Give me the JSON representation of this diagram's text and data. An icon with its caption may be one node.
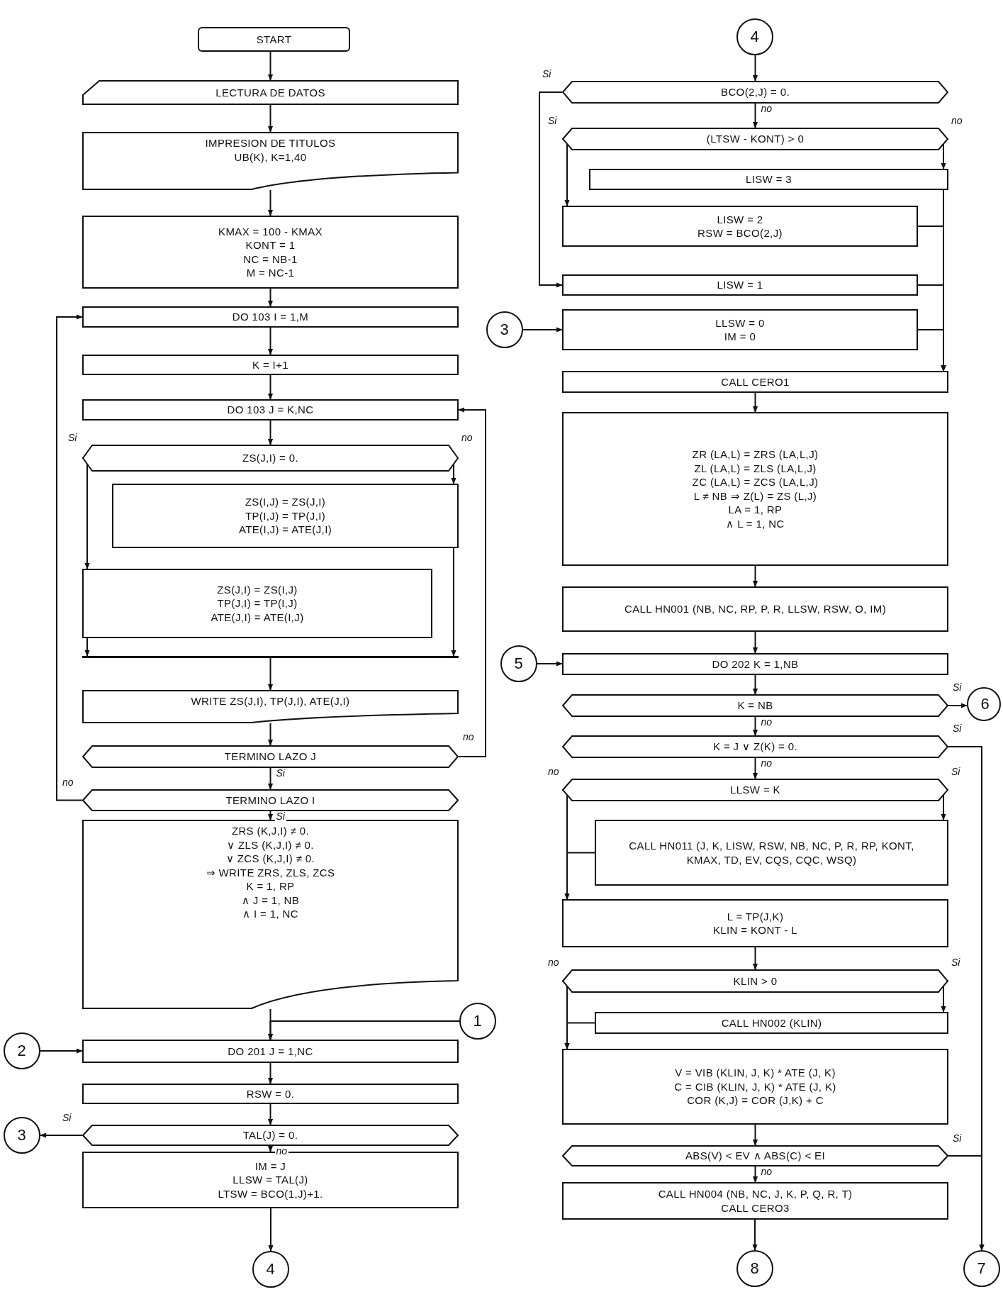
{
  "diagram": {
    "nodes": [
      {
        "text": [
          "START"
        ]
      },
      {
        "text": [
          "LECTURA DE DATOS"
        ]
      },
      {
        "text": [
          "IMPRESION DE TITULOS",
          "UB(K), K=1,40"
        ]
      },
      {
        "text": [
          "KMAX = 100 - KMAX",
          "KONT = 1",
          "NC = NB-1",
          "M = NC-1"
        ]
      },
      {
        "text": [
          "DO 103 I = 1,M"
        ]
      },
      {
        "text": [
          "K = I+1"
        ]
      },
      {
        "text": [
          "DO 103 J = K,NC"
        ]
      },
      {
        "text": [
          "ZS(J,I) = 0."
        ]
      },
      {
        "text": [
          "ZS(I,J) = ZS(J,I)",
          "TP(I,J) = TP(J,I)",
          "ATE(I,J) = ATE(J,I)"
        ]
      },
      {
        "text": [
          "ZS(J,I) = ZS(I,J)",
          "TP(J,I) = TP(I,J)",
          "ATE(J,I) = ATE(I,J)"
        ]
      },
      {
        "text": [],
        "shape": "bar"
      },
      {
        "text": [
          "WRITE ZS(J,I), TP(J,I), ATE(J,I)"
        ]
      },
      {
        "text": [
          "TERMINO LAZO J"
        ]
      },
      {
        "text": [
          "TERMINO LAZO I"
        ]
      },
      {
        "text": [
          "ZRS (K,J,I) ≠ 0.",
          "∨ ZLS (K,J,I) ≠ 0.",
          "∨ ZCS (K,J,I) ≠ 0.",
          "⇒ WRITE ZRS, ZLS, ZCS",
          "K = 1, RP",
          "∧ J = 1, NB",
          "∧ I = 1, NC"
        ]
      },
      {
        "text": [
          "1"
        ]
      },
      {
        "text": [
          "2"
        ]
      },
      {
        "text": [
          "DO 201 J = 1,NC"
        ]
      },
      {
        "text": [
          "RSW = 0."
        ]
      },
      {
        "text": [
          "TAL(J) = 0."
        ]
      },
      {
        "text": [
          "3"
        ]
      },
      {
        "text": [
          "IM = J",
          "LLSW = TAL(J)",
          "LTSW = BCO(1,J)+1."
        ]
      },
      {
        "text": [
          "4"
        ]
      },
      {
        "text": [
          "4"
        ]
      },
      {
        "text": [
          "BCO(2,J) = 0."
        ]
      },
      {
        "text": [
          "(LTSW - KONT) > 0"
        ]
      },
      {
        "text": [
          "LISW = 3"
        ]
      },
      {
        "text": [
          "LISW = 2",
          "RSW = BCO(2,J)"
        ]
      },
      {
        "text": [
          "LISW = 1"
        ]
      },
      {
        "text": [
          "3"
        ]
      },
      {
        "text": [
          "LLSW = 0",
          "IM = 0"
        ]
      },
      {
        "text": [
          "CALL CERO1"
        ]
      },
      {
        "text": [
          "ZR (LA,L) = ZRS (LA,L,J)",
          "ZL (LA,L) = ZLS (LA,L,J)",
          "ZC (LA,L) = ZCS (LA,L,J)",
          "L ≠ NB ⇒ Z(L) = ZS (L,J)",
          "LA = 1, RP",
          "∧ L = 1, NC"
        ]
      },
      {
        "text": [
          "CALL HN001 (NB, NC, RP, P, R, LLSW, RSW, O, IM)"
        ]
      },
      {
        "text": [
          "5"
        ]
      },
      {
        "text": [
          "DO 202 K = 1,NB"
        ]
      },
      {
        "text": [
          "K = NB"
        ]
      },
      {
        "text": [
          "6"
        ]
      },
      {
        "text": [
          "K = J ∨ Z(K) = 0."
        ]
      },
      {
        "text": [
          "LLSW = K"
        ]
      },
      {
        "text": [
          "CALL HN011 (J, K, LISW, RSW, NB, NC, P, R, RP, KONT, KMAX, TD, EV, CQS, CQC, WSQ)"
        ]
      },
      {
        "text": [
          "L = TP(J,K)",
          "KLIN = KONT - L"
        ]
      },
      {
        "text": [
          "KLIN > 0"
        ]
      },
      {
        "text": [
          "CALL HN002 (KLIN)"
        ]
      },
      {
        "text": [
          "V = VIB (KLIN, J, K) * ATE (J, K)",
          "C = CIB (KLIN, J, K) * ATE (J, K)",
          "COR (K,J) = COR (J,K) + C"
        ]
      },
      {
        "text": [
          "ABS(V) < EV ∧ ABS(C) < EI"
        ]
      },
      {
        "text": [
          "CALL HN004 (NB, NC, J, K, P, Q, R, T)",
          "CALL CERO3"
        ]
      },
      {
        "text": [
          "8"
        ]
      },
      {
        "text": [
          "7"
        ]
      }
    ],
    "edges": [
      {
        "from": 0,
        "to": 1,
        "arrow": "to"
      },
      {
        "from": 1,
        "to": 2,
        "arrow": "to"
      },
      {
        "from": 2,
        "to": 3,
        "arrow": "to"
      },
      {
        "from": 3,
        "to": 4,
        "arrow": "to"
      },
      {
        "from": 4,
        "to": 5,
        "arrow": "to"
      },
      {
        "from": 5,
        "to": 6,
        "arrow": "to"
      },
      {
        "from": 6,
        "to": 7,
        "arrow": "to"
      },
      {
        "from": 7,
        "to": 8,
        "arrow": "to",
        "label": "no"
      },
      {
        "from": 7,
        "to": 9,
        "arrow": "to",
        "label": "Si"
      },
      {
        "from": 8,
        "to": 10,
        "arrow": "to"
      },
      {
        "from": 9,
        "to": 10,
        "arrow": "to"
      },
      {
        "from": 10,
        "to": 11,
        "arrow": "to"
      },
      {
        "from": 11,
        "to": 12,
        "arrow": "to"
      },
      {
        "from": 12,
        "to": 13,
        "arrow": "to",
        "label": "Si"
      },
      {
        "from": 12,
        "to": 6,
        "arrow": "to",
        "label": "no"
      },
      {
        "from": 13,
        "to": 14,
        "arrow": "to",
        "label": "Si"
      },
      {
        "from": 13,
        "to": 4,
        "arrow": "to",
        "label": "no"
      },
      {
        "from": 14,
        "to": 17,
        "arrow": "to"
      },
      {
        "from": 15,
        "to": 17,
        "arrow": "to"
      },
      {
        "from": 16,
        "to": 17,
        "arrow": "to"
      },
      {
        "from": 17,
        "to": 18,
        "arrow": "to"
      },
      {
        "from": 18,
        "to": 19,
        "arrow": "to"
      },
      {
        "from": 19,
        "to": 20,
        "arrow": "to",
        "label": "Si"
      },
      {
        "from": 19,
        "to": 21,
        "arrow": "to",
        "label": "no"
      },
      {
        "from": 21,
        "to": 22,
        "arrow": "to"
      },
      {
        "from": 23,
        "to": 24,
        "arrow": "to"
      },
      {
        "from": 24,
        "to": 28,
        "arrow": "to",
        "label": "Si"
      },
      {
        "from": 24,
        "to": 25,
        "arrow": "to",
        "label": "no"
      },
      {
        "from": 25,
        "to": 26,
        "arrow": "to",
        "label": "no"
      },
      {
        "from": 25,
        "to": 27,
        "arrow": "to",
        "label": "Si"
      },
      {
        "from": 26,
        "to": 31,
        "arrow": "to"
      },
      {
        "from": 27,
        "to": 31,
        "arrow": "to"
      },
      {
        "from": 28,
        "to": 31,
        "arrow": "to"
      },
      {
        "from": 29,
        "to": 30,
        "arrow": "to"
      },
      {
        "from": 30,
        "to": 31,
        "arrow": "to"
      },
      {
        "from": 31,
        "to": 32,
        "arrow": "to"
      },
      {
        "from": 32,
        "to": 33,
        "arrow": "to"
      },
      {
        "from": 33,
        "to": 35,
        "arrow": "to"
      },
      {
        "from": 34,
        "to": 35,
        "arrow": "to"
      },
      {
        "from": 35,
        "to": 36,
        "arrow": "to"
      },
      {
        "from": 36,
        "to": 37,
        "arrow": "to",
        "label": "Si"
      },
      {
        "from": 36,
        "to": 38,
        "arrow": "to",
        "label": "no"
      },
      {
        "from": 38,
        "to": 48,
        "arrow": "to",
        "label": "Si"
      },
      {
        "from": 38,
        "to": 39,
        "arrow": "to",
        "label": "no"
      },
      {
        "from": 39,
        "to": 40,
        "arrow": "to",
        "label": "Si"
      },
      {
        "from": 39,
        "to": 41,
        "arrow": "to",
        "label": "no"
      },
      {
        "from": 40,
        "to": 41,
        "arrow": "to"
      },
      {
        "from": 41,
        "to": 42,
        "arrow": "to"
      },
      {
        "from": 42,
        "to": 43,
        "arrow": "to",
        "label": "Si"
      },
      {
        "from": 42,
        "to": 44,
        "arrow": "to",
        "label": "no"
      },
      {
        "from": 43,
        "to": 44,
        "arrow": "to"
      },
      {
        "from": 44,
        "to": 45,
        "arrow": "to"
      },
      {
        "from": 45,
        "to": 48,
        "arrow": "to",
        "label": "Si"
      },
      {
        "from": 45,
        "to": 46,
        "arrow": "to",
        "label": "no"
      },
      {
        "from": 46,
        "to": 47,
        "arrow": "to"
      }
    ]
  }
}
